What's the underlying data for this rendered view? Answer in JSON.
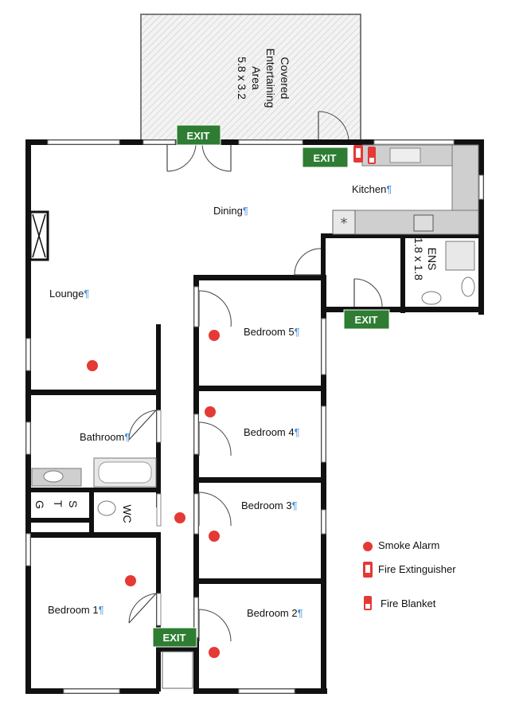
{
  "rooms": {
    "covered_area": {
      "line1": "Covered",
      "line2": "Entertaining",
      "line3": "Area",
      "line4": "5.8 x 3.2"
    },
    "kitchen": "Kitchen",
    "dining": "Dining",
    "lounge": "Lounge",
    "ens": {
      "line1": "ENS",
      "line2": "1.8 x 1.8"
    },
    "bedroom5": "Bedroom 5",
    "bedroom4": "Bedroom 4",
    "bedroom3": "Bedroom 3",
    "bedroom2": "Bedroom 2",
    "bedroom1": "Bedroom 1",
    "bathroom": "Bathroom",
    "wc": "WC",
    "storage": {
      "s": "S",
      "t": "T",
      "g": "G"
    }
  },
  "pilcrow": "¶",
  "exit_label": "EXIT",
  "legend": {
    "smoke_alarm": "Smoke Alarm",
    "fire_extinguisher": "Fire Extinguisher",
    "fire_blanket": "Fire Blanket"
  },
  "colors": {
    "exit_sign": "#2e7d32",
    "smoke_alarm": "#e53935",
    "extinguisher": "#e53935",
    "walls": "#111111"
  }
}
